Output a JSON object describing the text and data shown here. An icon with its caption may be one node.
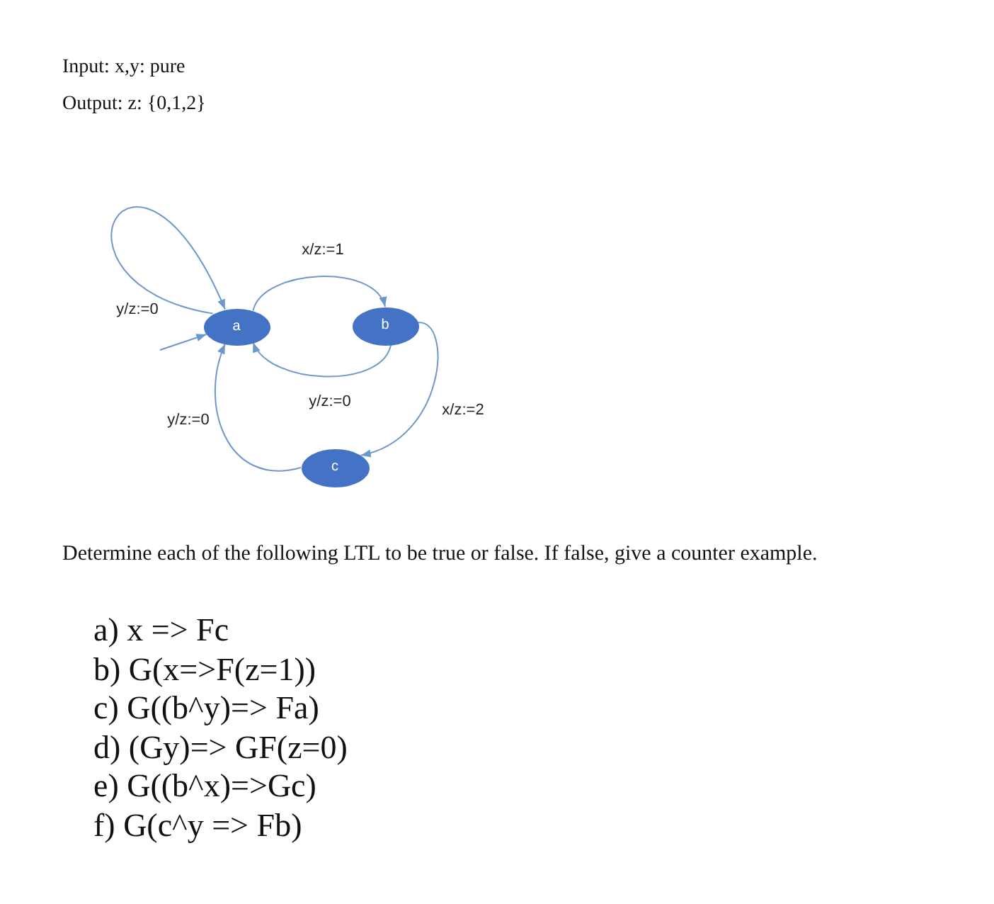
{
  "diagram": {
    "nodes": [
      {
        "text": [
          "a"
        ]
      },
      {
        "text": [
          "b"
        ]
      },
      {
        "text": [
          "c"
        ]
      }
    ],
    "edges": [
      {
        "from": 0,
        "to": 0,
        "arrow": "to",
        "label": "y/z:=0"
      },
      {
        "from": null,
        "to": 0,
        "arrow": "to"
      },
      {
        "from": 0,
        "to": 1,
        "arrow": "to",
        "label": "x/z:=1"
      },
      {
        "from": 1,
        "to": 0,
        "arrow": "to",
        "label": "y/z:=0"
      },
      {
        "from": 1,
        "to": 2,
        "arrow": "to",
        "label": "x/z:=2"
      },
      {
        "from": 2,
        "to": 0,
        "arrow": "to",
        "label": "y/z:=0"
      }
    ],
    "labels": [
      "Input: x,y: pure",
      "Output: z: {0,1,2}",
      "Determine each of the following LTL to be true or false. If false, give a counter example.",
      "a) x => Fc",
      "b) G(x=>F(z=1))",
      "c) G((b^y)=> Fa)",
      "d) (Gy)=> GF(z=0)",
      "e) G((b^x)=>Gc)",
      "f) G(c^y => Fb)"
    ]
  }
}
